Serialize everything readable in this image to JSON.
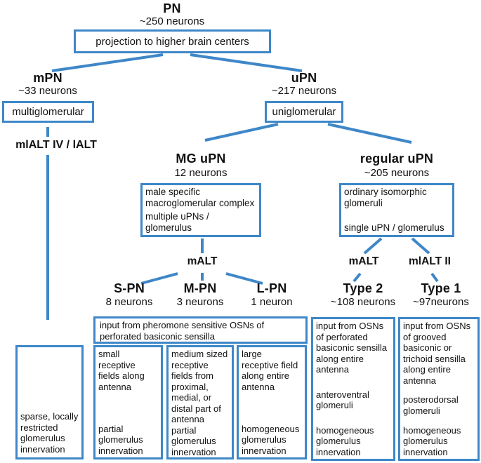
{
  "colors": {
    "accent": "#3e87c8",
    "text": "#111111"
  },
  "nodes": {
    "pn": {
      "title": "PN",
      "subtitle": "~250 neurons",
      "box": "projection to higher brain centers"
    },
    "mpn": {
      "title": "mPN",
      "subtitle": "~33 neurons",
      "box": "multiglomerular",
      "tract": "mlALT IV / lALT",
      "innervation": "sparse, locally\nrestricted\nglomerulus\ninnervation"
    },
    "upn": {
      "title": "uPN",
      "subtitle": "~217 neurons",
      "box": "uniglomerular"
    },
    "mg_upn": {
      "title": "MG uPN",
      "subtitle": "12 neurons",
      "box_top": "male specific\nmacroglomerular complex",
      "box_bottom": "multiple uPNs / glomerulus",
      "tract": "mALT",
      "input_box": "input from pheromone sensitive OSNs of\nperforated basiconic sensilla"
    },
    "regular_upn": {
      "title": "regular uPN",
      "subtitle": "~205 neurons",
      "box_top": "ordinary isomorphic\nglomeruli",
      "box_bottom": "single uPN / glomerulus",
      "tract_left": "mALT",
      "tract_right": "mlALT II"
    },
    "s_pn": {
      "title": "S-PN",
      "subtitle": "8 neurons",
      "field": "small\nreceptive\nfields along\nantenna",
      "innervation": "partial\nglomerulus\ninnervation"
    },
    "m_pn": {
      "title": "M-PN",
      "subtitle": "3 neurons",
      "field": "medium sized\nreceptive\nfields from\nproximal,\nmedial, or\ndistal part of\nantenna",
      "innervation": "partial\nglomerulus\ninnervation"
    },
    "l_pn": {
      "title": "L-PN",
      "subtitle": "1 neuron",
      "field": "large\nreceptive field\nalong entire\nantenna",
      "innervation": "homogeneous\nglomerulus\ninnervation"
    },
    "type2": {
      "title": "Type 2",
      "subtitle": "~108 neurons",
      "input": "input from OSNs\nof perforated\nbasiconic sensilla\nalong entire\nantenna",
      "glomeruli": "anteroventral\nglomeruli",
      "innervation": "homogeneous\nglomerulus\ninnervation"
    },
    "type1": {
      "title": "Type 1",
      "subtitle": "~97neurons",
      "input": "input from OSNs\nof grooved\nbasiconic or\ntrichoid sensilla\nalong entire\nantenna",
      "glomeruli": "posterodorsal\nglomeruli",
      "innervation": "homogeneous\nglomerulus\ninnervation"
    }
  }
}
